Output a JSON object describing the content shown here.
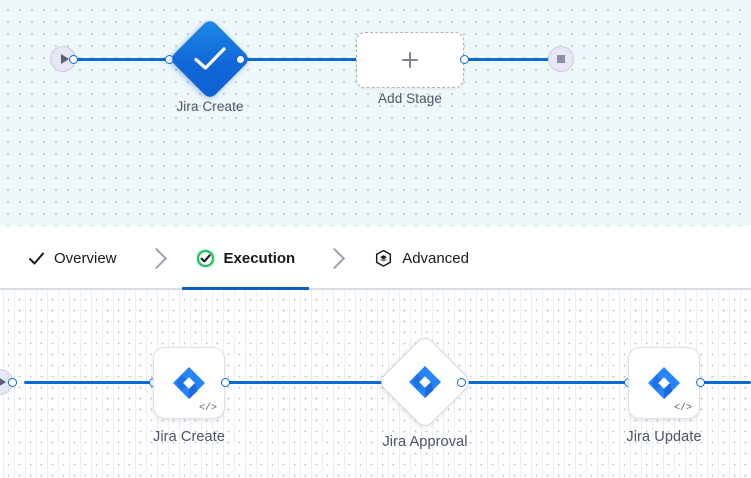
{
  "top_canvas": {
    "background_color": "#eef8fb",
    "start_node": {
      "icon": "play-icon",
      "label": ""
    },
    "end_node": {
      "icon": "stop-square-icon",
      "label": ""
    },
    "nodes": [
      {
        "id": "jira-create-top",
        "label": "Jira Create",
        "shape": "diamond",
        "icon": "check-icon",
        "color": "#1168d8"
      },
      {
        "id": "add-stage",
        "label": "Add Stage",
        "shape": "dashed-rounded-rect",
        "icon": "plus-icon"
      }
    ]
  },
  "tabbar": {
    "tabs": [
      {
        "id": "overview",
        "label": "Overview",
        "icon": "check-icon",
        "active": false
      },
      {
        "id": "execution",
        "label": "Execution",
        "icon": "check-circle-green-icon",
        "active": true
      },
      {
        "id": "advanced",
        "label": "Advanced",
        "icon": "hexagon-layers-icon",
        "active": false
      }
    ],
    "separator_icon": "chevron-right-icon",
    "active_underline_color": "#0b5fc6"
  },
  "bottom_canvas": {
    "background_color": "#ffffff",
    "start_node": {
      "icon": "play-icon"
    },
    "nodes": [
      {
        "id": "jira-create",
        "label": "Jira Create",
        "shape": "rounded-square",
        "icon": "jira-icon",
        "badge": "</>"
      },
      {
        "id": "jira-approval",
        "label": "Jira Approval",
        "shape": "diamond",
        "icon": "jira-icon",
        "badge": ""
      },
      {
        "id": "jira-update",
        "label": "Jira Update",
        "shape": "rounded-square",
        "icon": "jira-icon",
        "badge": "</>"
      }
    ]
  },
  "colors": {
    "edge": "#0b6bd3",
    "jira_blue": "#2684ff",
    "jira_dark": "#1757c6",
    "label_text": "#4c5268",
    "green": "#22c55e"
  }
}
